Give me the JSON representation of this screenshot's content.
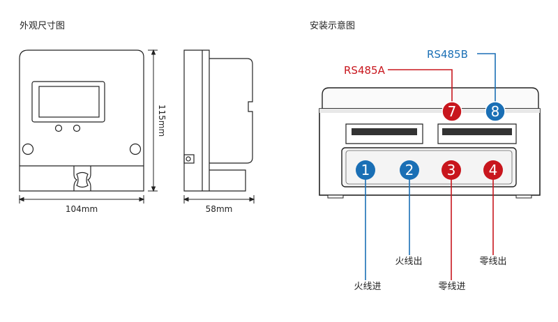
{
  "left_panel": {
    "title": "外观尺寸图",
    "dims": {
      "width": "104mm",
      "height": "115mm",
      "depth": "58mm"
    }
  },
  "right_panel": {
    "title": "安装示意图",
    "rs485": {
      "a_label": "RS485A",
      "b_label": "RS485B",
      "a_num": "7",
      "b_num": "8"
    },
    "terminals": [
      {
        "num": "1",
        "label": "火线进",
        "color": "#1a6fb5"
      },
      {
        "num": "2",
        "label": "火线出",
        "color": "#1a6fb5"
      },
      {
        "num": "3",
        "label": "零线进",
        "color": "#c8161d"
      },
      {
        "num": "4",
        "label": "零线出",
        "color": "#c8161d"
      }
    ],
    "colors": {
      "blue": "#1a6fb5",
      "red": "#c8161d"
    }
  }
}
